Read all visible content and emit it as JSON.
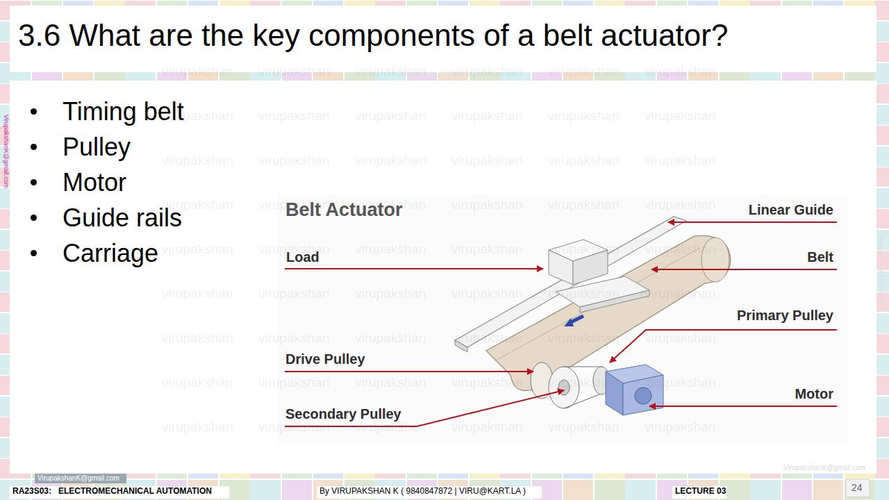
{
  "diagram": {
    "title": "3.6 What are the key components of a belt actuator?",
    "labels": [
      "Timing belt",
      "Pulley",
      "Motor",
      "Guide rails",
      "Carriage",
      "Belt Actuator",
      "Linear Guide",
      "Load",
      "Belt",
      "Primary Pulley",
      "Drive Pulley",
      "Secondary Pulley",
      "Motor",
      "RA23S03:   ELECTROMECHANICAL AUTOMATION",
      "By VIRUPAKSHAN K ( 9840847872 | VIRU@KART.LA )",
      "LECTURE 03",
      "24",
      "VirupakshanK@gmail.com",
      "VirupakshanK@gmail.com",
      "VirupakshanK@gmail.com",
      "VirupakshanK@gmail.com",
      "VirupakshanK@gmail.com",
      "virupakshan",
      "virupakshan",
      "virupakshan",
      "virupakshan",
      "virupakshan",
      "virupakshan",
      "virupakshan",
      "virupakshan",
      "virupakshan",
      "virupakshan",
      "virupakshan",
      "virupakshan",
      "virupakshan",
      "virupakshan",
      "virupakshan",
      "virupakshan",
      "virupakshan",
      "virupakshan",
      "virupakshan",
      "virupakshan",
      "virupakshan",
      "virupakshan",
      "virupakshan",
      "virupakshan",
      "virupakshan",
      "virupakshan",
      "virupakshan",
      "virupakshan",
      "virupakshan",
      "virupakshan",
      "virupakshan",
      "virupakshan",
      "virupakshan",
      "virupakshan",
      "virupakshan",
      "virupakshan",
      "virupakshan",
      "virupakshan",
      "virupakshan",
      "virupakshan",
      "virupakshan",
      "virupakshan",
      "virupakshan",
      "virupakshan",
      "virupakshan",
      "virupakshan",
      "virupakshan",
      "virupakshan",
      "virupakshan",
      "virupakshan",
      "virupakshan",
      "virupakshan",
      "virupakshan",
      "virupakshan"
    ]
  }
}
